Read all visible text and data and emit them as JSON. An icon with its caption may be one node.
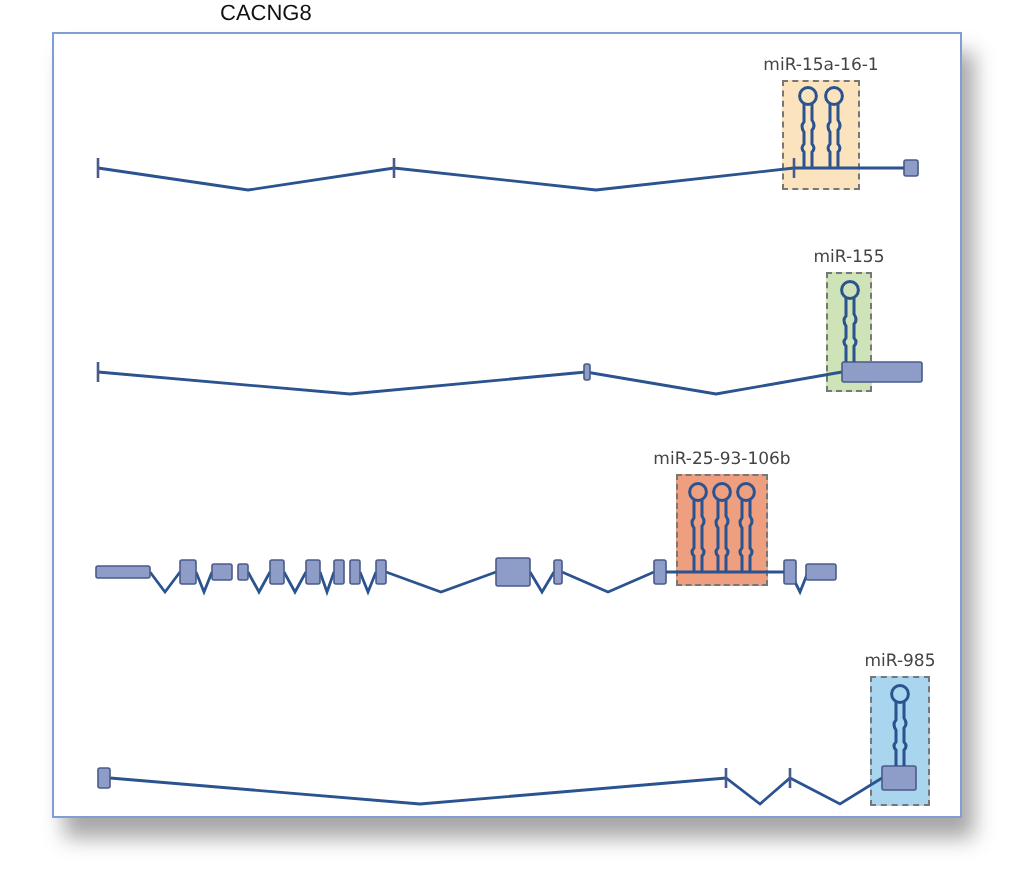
{
  "diagram": {
    "nodes": [
      {
        "text": [
          "miR-15a-16-1"
        ]
      },
      {
        "text": [
          "miR-155"
        ]
      },
      {
        "text": [
          "miR-25-93-106b"
        ]
      },
      {
        "text": [
          "miR-985"
        ]
      }
    ],
    "labels": [
      "CACNG8"
    ]
  }
}
